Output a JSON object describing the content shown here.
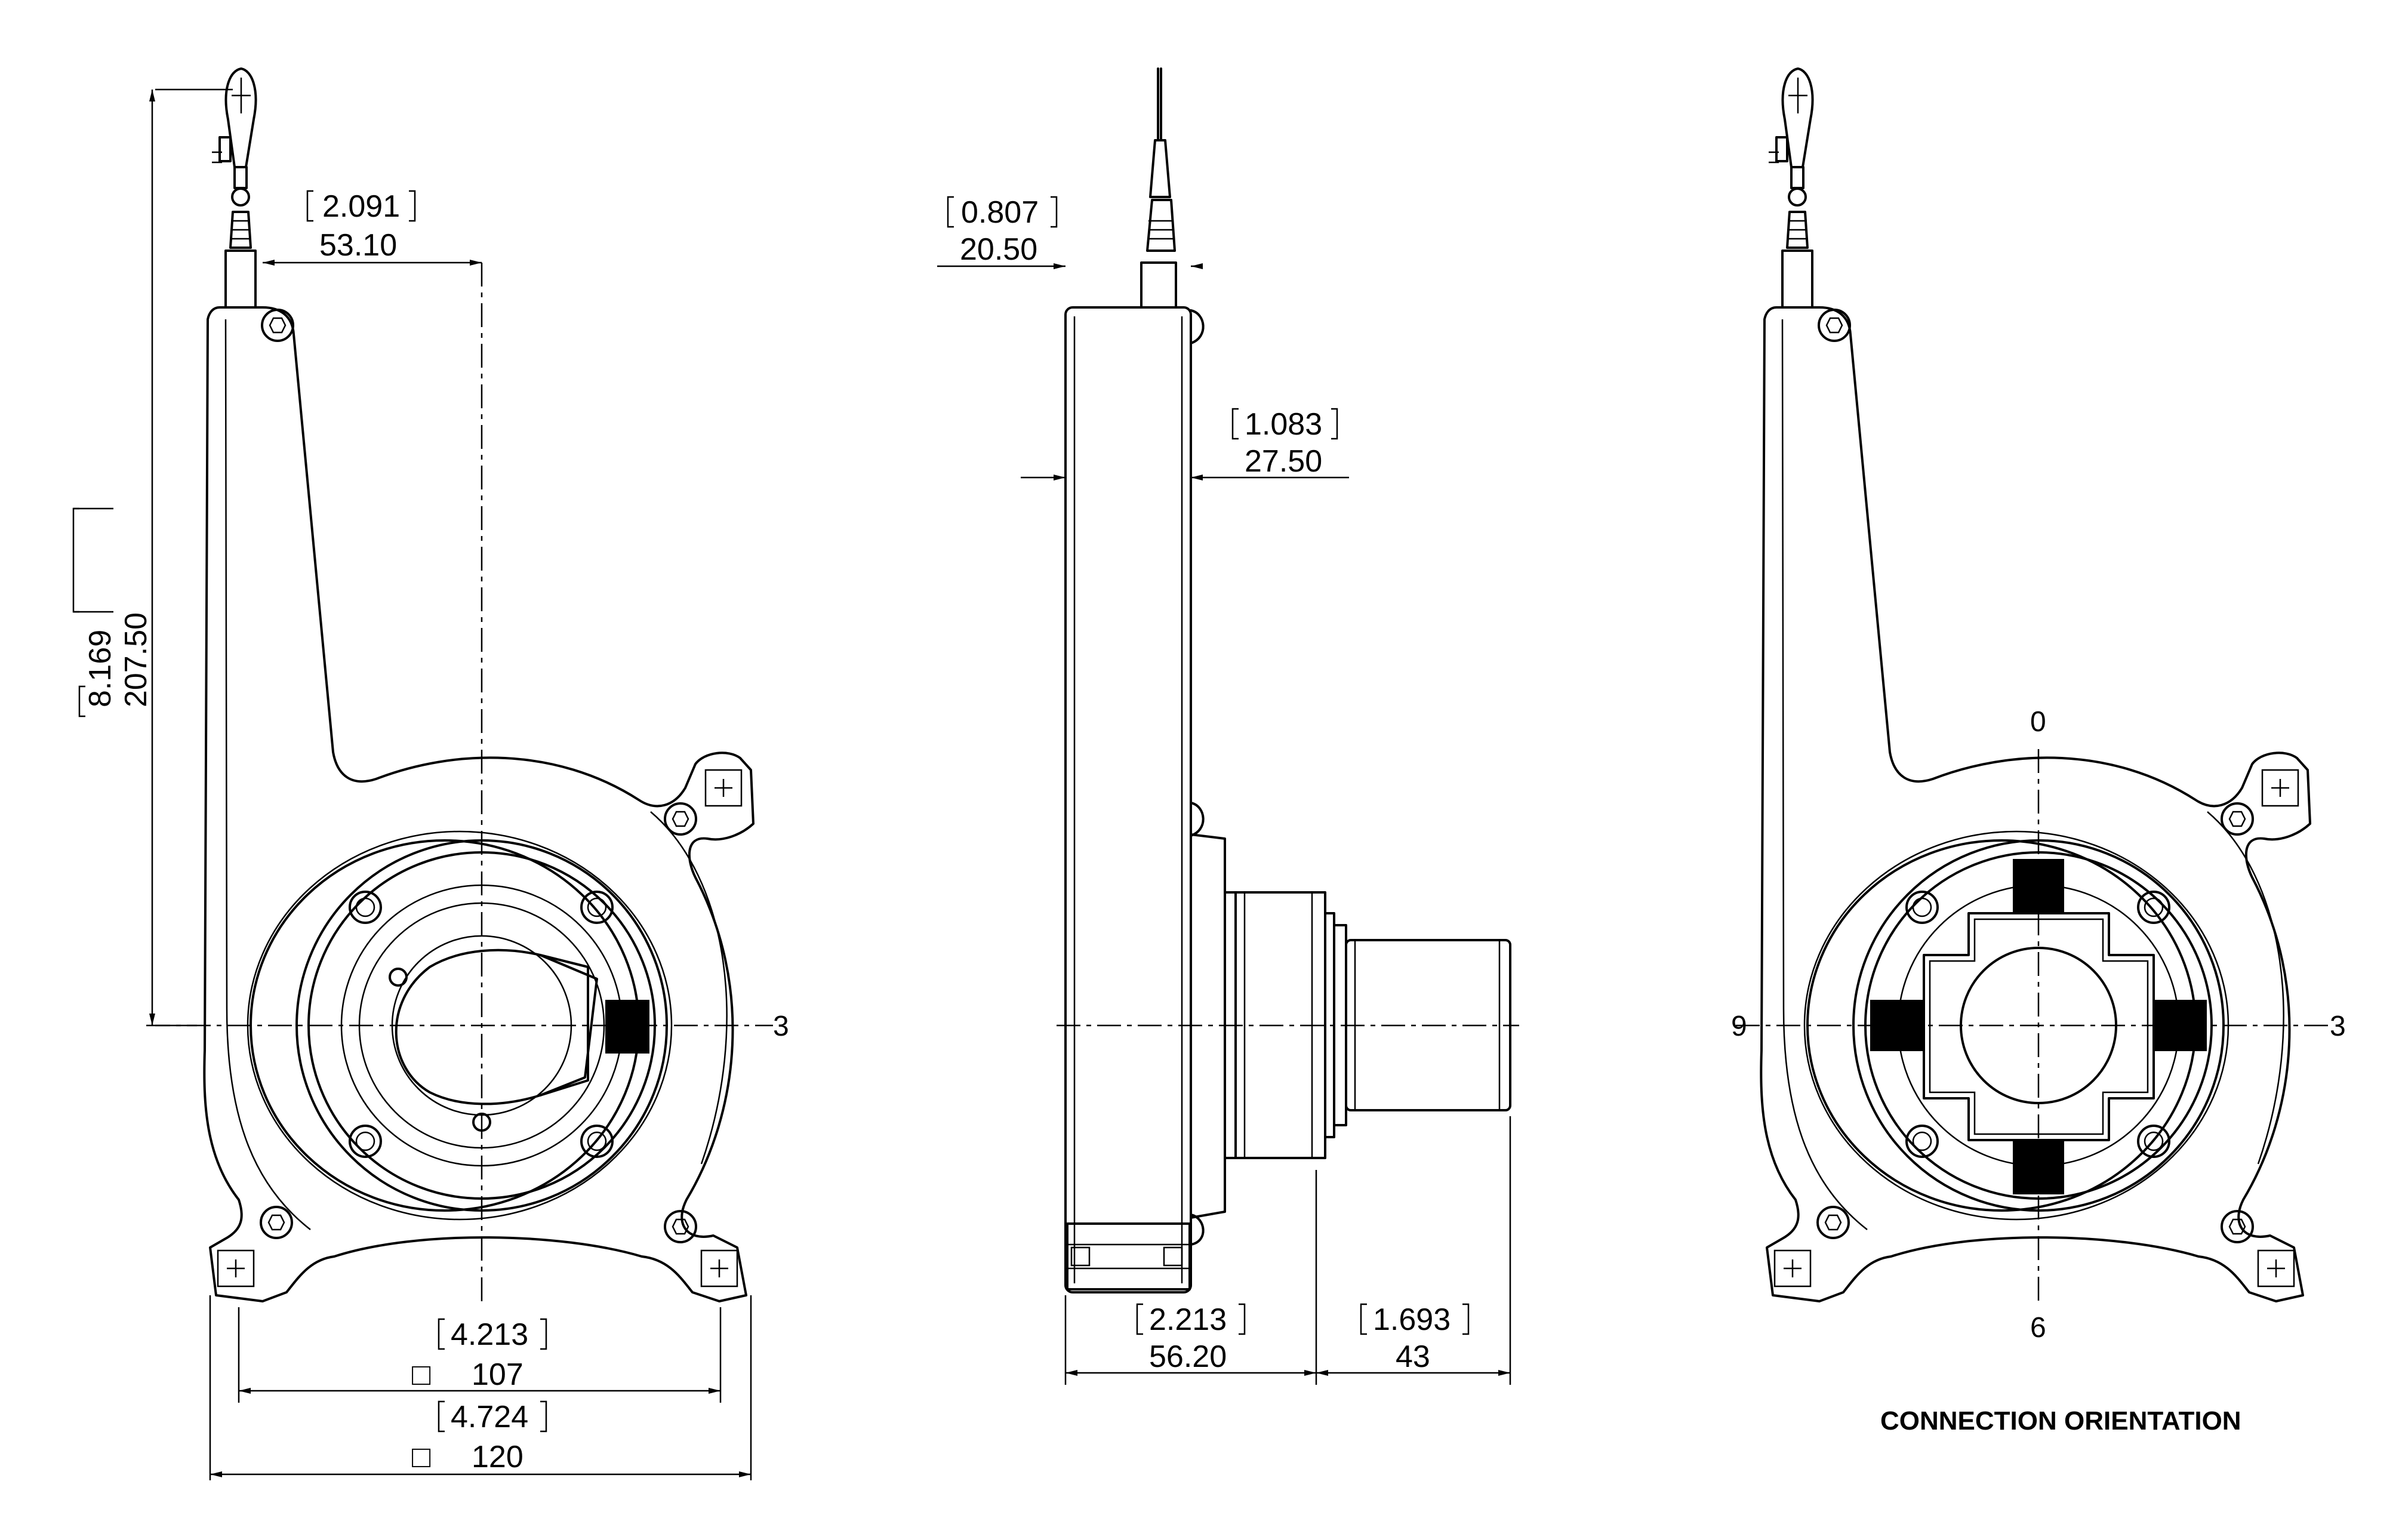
{
  "dimensions": {
    "hook_offset": {
      "inch": "2.091",
      "mm": "53.10"
    },
    "total_height": {
      "inch": "8.169",
      "mm": "207.50"
    },
    "inner_square": {
      "inch": "4.213",
      "mm": "107"
    },
    "outer_square": {
      "inch": "4.724",
      "mm": "120"
    },
    "side_offset": {
      "inch": "0.807",
      "mm": "20.50"
    },
    "body_depth": {
      "inch": "1.083",
      "mm": "27.50"
    },
    "flange_depth": {
      "inch": "2.213",
      "mm": "56.20"
    },
    "connector_length": {
      "inch": "1.693",
      "mm": "43"
    }
  },
  "orientation": {
    "top": "0",
    "right": "3",
    "bottom": "6",
    "left": "9",
    "front_right": "3"
  },
  "square_symbol": "□",
  "caption": "CONNECTION ORIENTATION"
}
